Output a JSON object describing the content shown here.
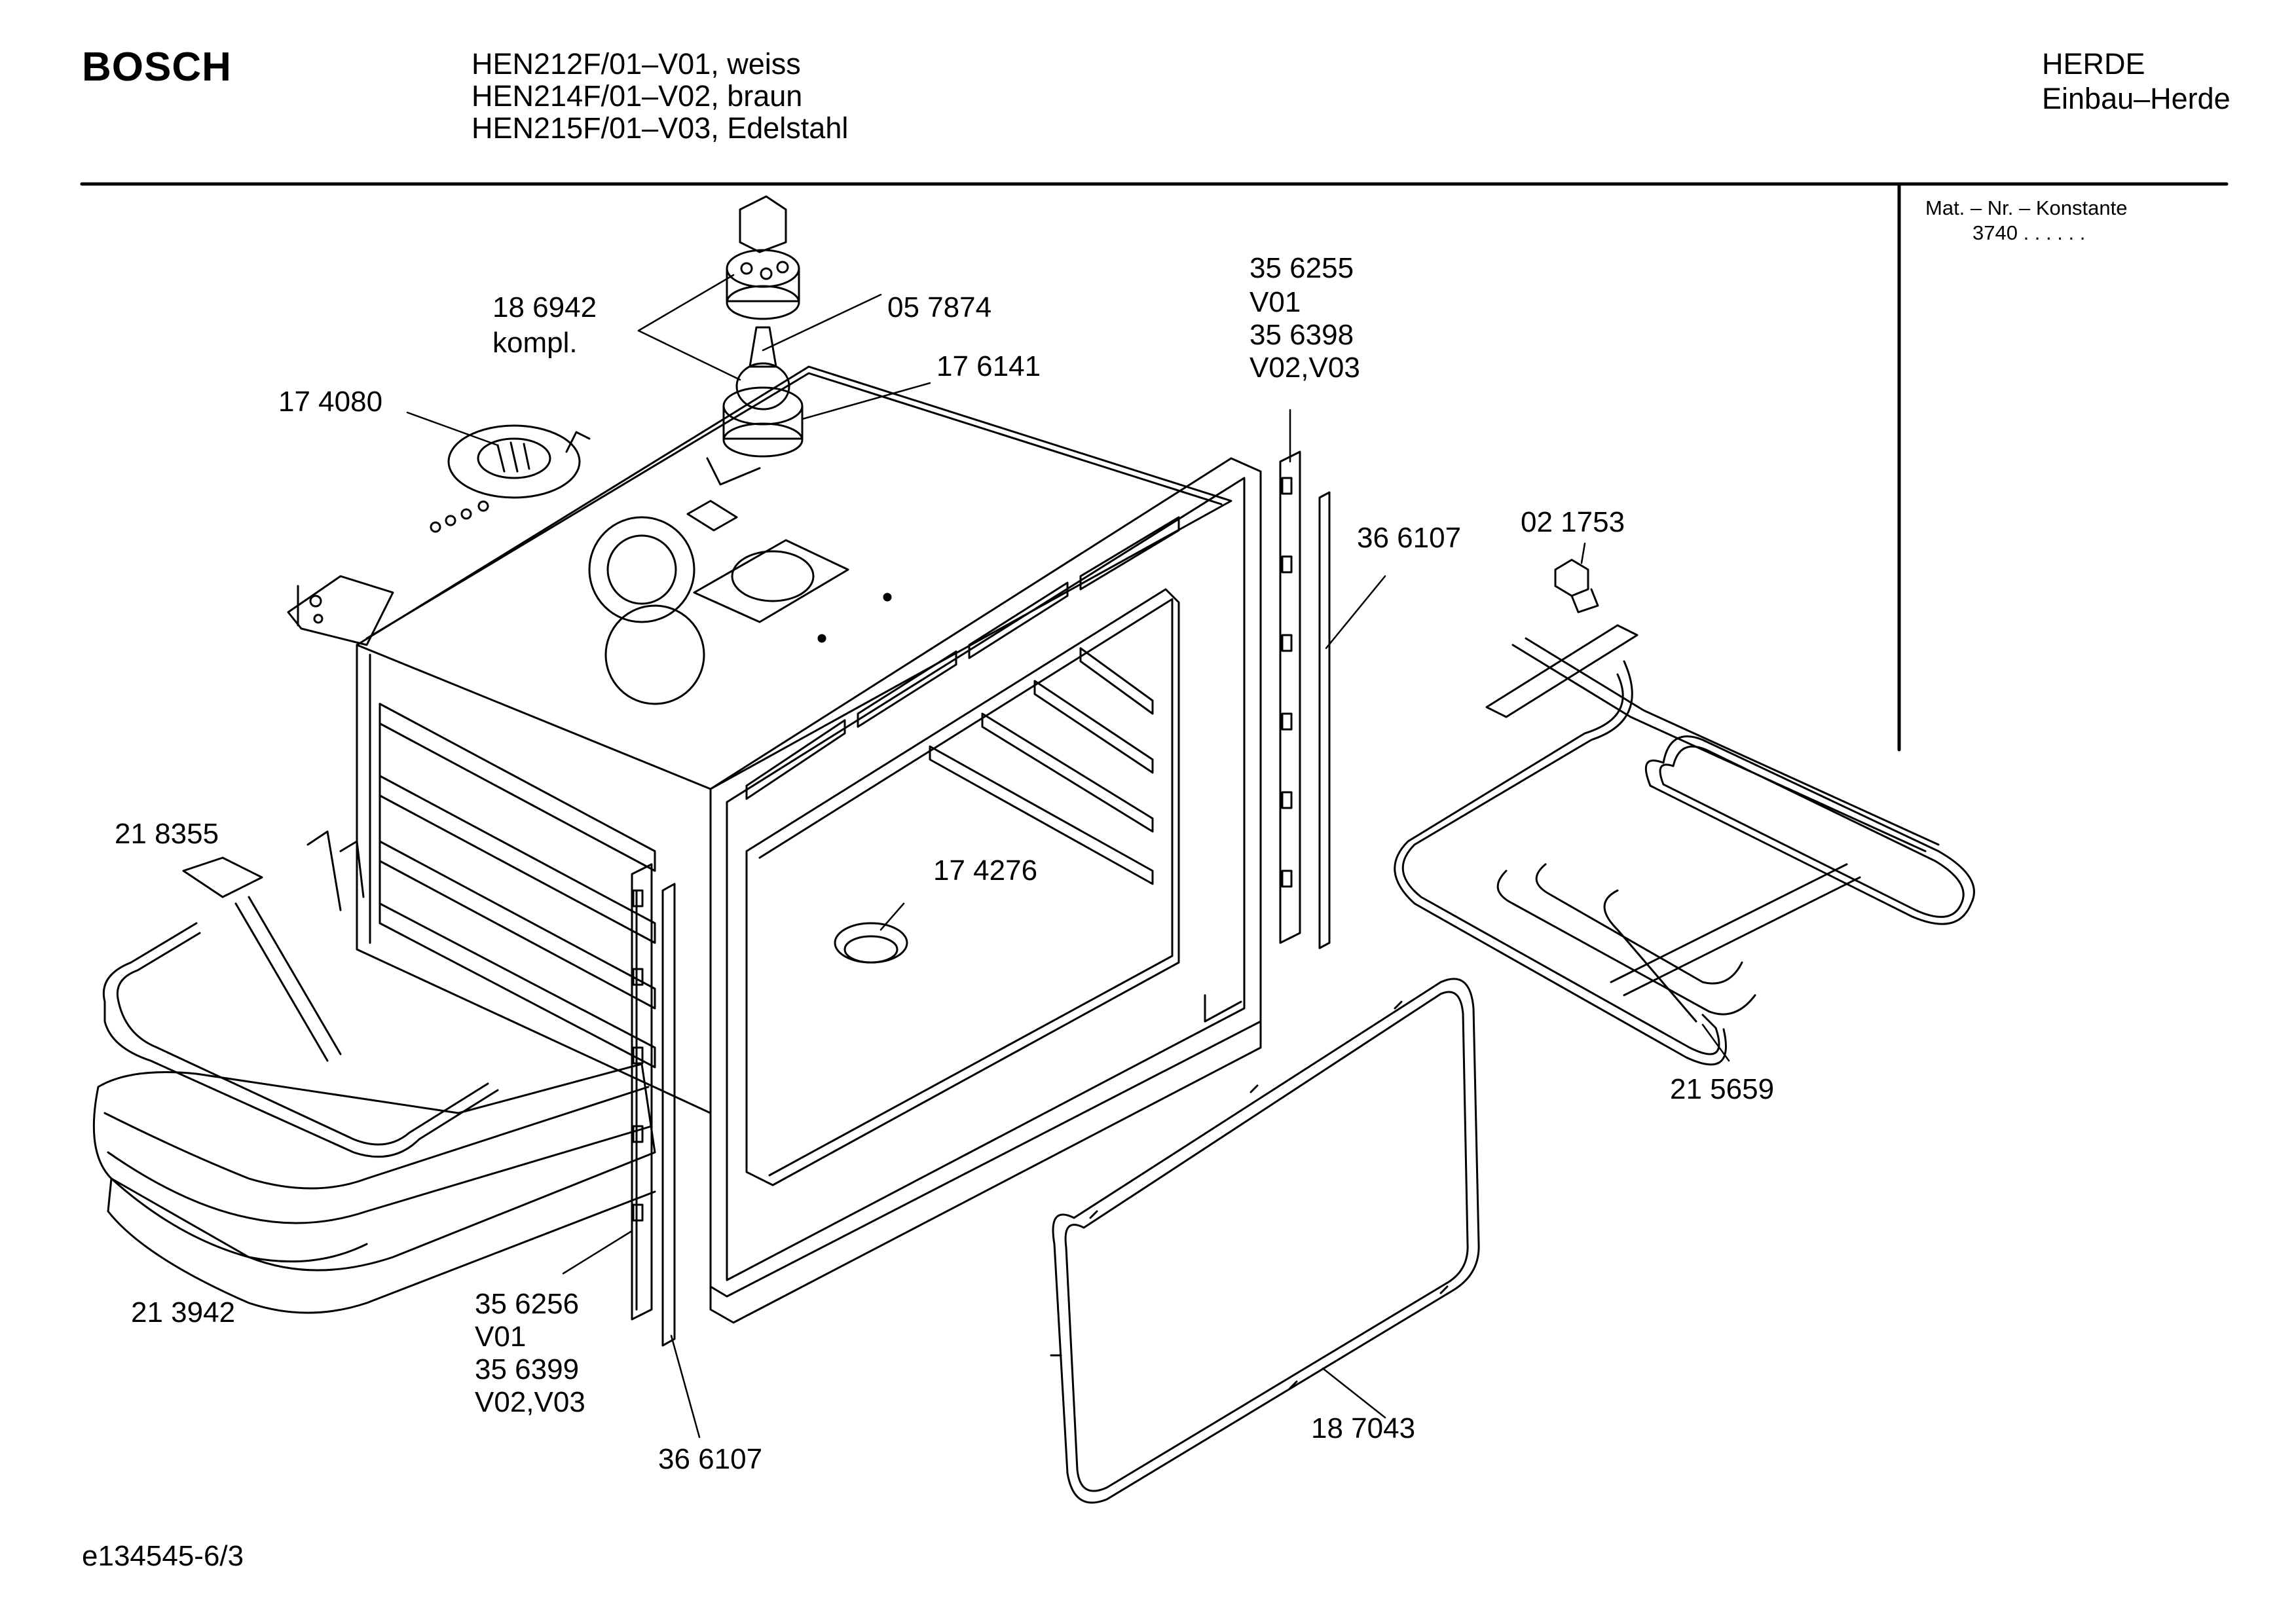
{
  "header": {
    "brand": "BOSCH",
    "models": [
      "HEN212F/01–V01, weiss",
      "HEN214F/01–V02, braun",
      "HEN215F/01–V03, Edelstahl"
    ],
    "category": "HERDE",
    "subcategory": "Einbau–Herde"
  },
  "mat_box": {
    "title": "Mat. – Nr. – Konstante",
    "value": "3740 .  .  .  .  .  ."
  },
  "parts": {
    "p186942": "18 6942",
    "kompl": "kompl.",
    "p057874": "05 7874",
    "p176141": "17 6141",
    "p174080": "17 4080",
    "p356255": "35 6255",
    "v01_a": "V01",
    "p356398": "35 6398",
    "v0203_a": "V02,V03",
    "p366107_a": "36 6107",
    "p021753": "02 1753",
    "p218355": "21 8355",
    "p174276": "17 4276",
    "p215659": "21 5659",
    "p213942": "21 3942",
    "p356256": "35 6256",
    "v01_b": "V01",
    "p356399": "35 6399",
    "v0203_b": "V02,V03",
    "p366107_b": "36 6107",
    "p187043": "18 7043"
  },
  "footer": {
    "drawing_id": "e134545-6/3"
  }
}
